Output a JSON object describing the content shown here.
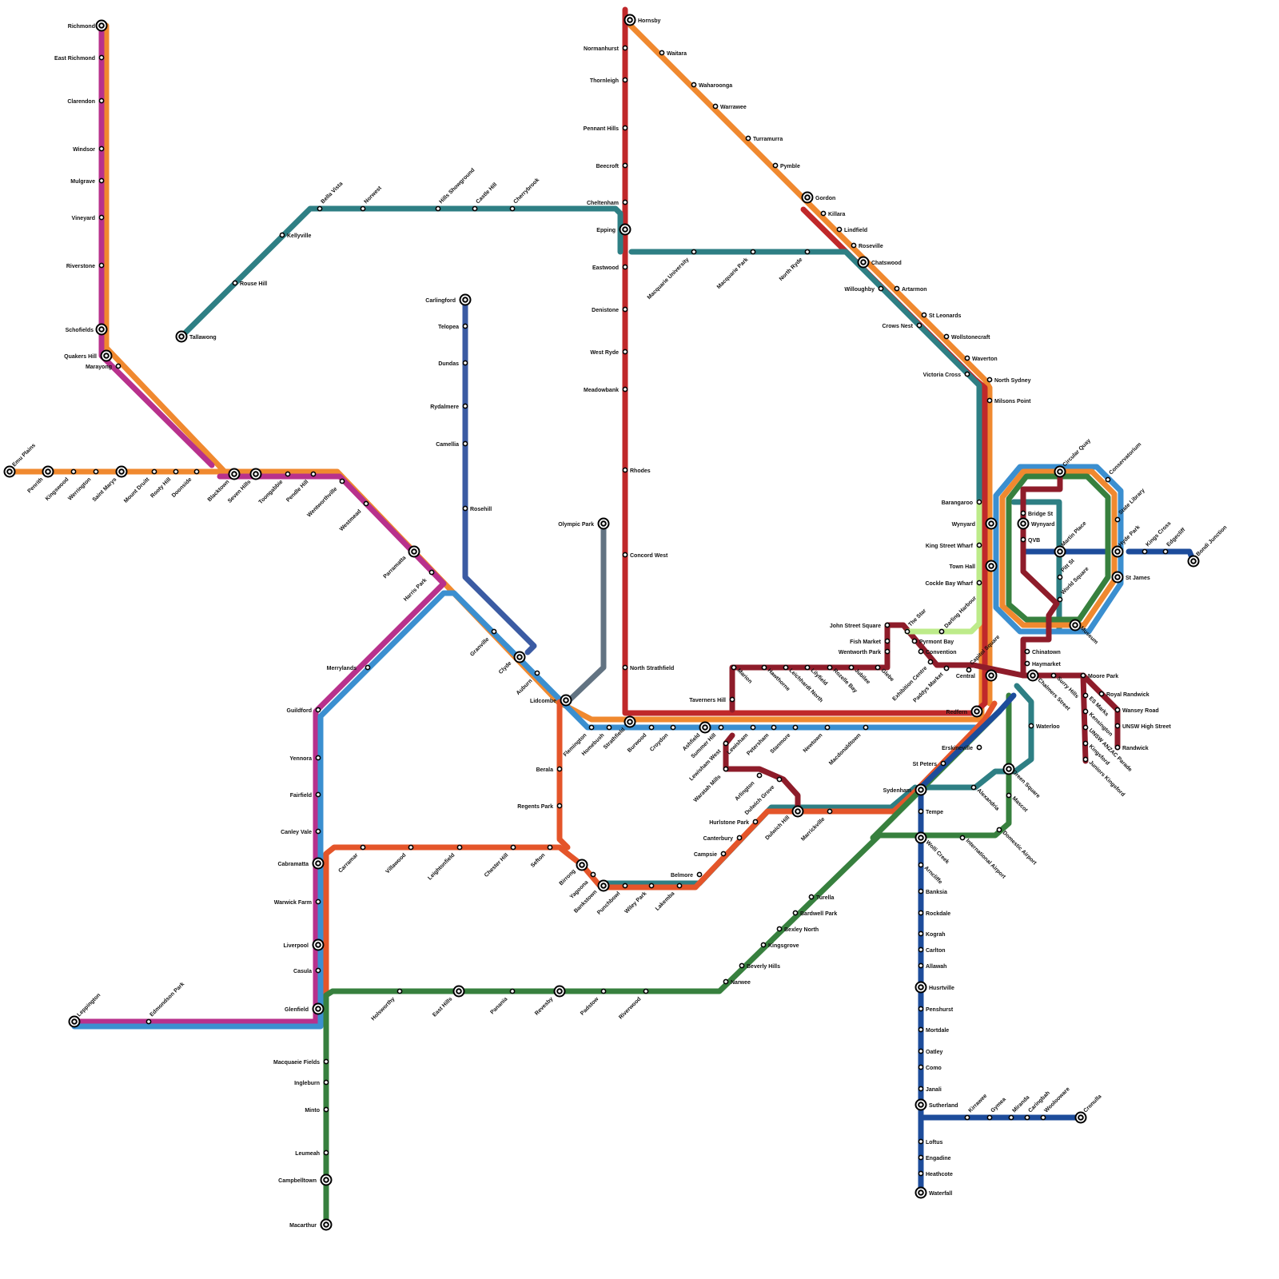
{
  "colors": {
    "orange": "#F0892F",
    "magenta": "#B8318C",
    "lightblue": "#3B8FD0",
    "red": "#C0282A",
    "teal": "#2E7F84",
    "navy": "#3B5BA3",
    "slate": "#627382",
    "orangered": "#E4552A",
    "green": "#37803E",
    "darkblue": "#1D4C9B",
    "maroon": "#8E1C2A",
    "lime": "#BDEB8A"
  },
  "stations": {
    "richmond": "Richmond",
    "east_richmond": "East Richmond",
    "clarendon": "Clarendon",
    "windsor": "Windsor",
    "mulgrave": "Mulgrave",
    "vineyard": "Vineyard",
    "riverstone": "Riverstone",
    "schofields": "Schofields",
    "quakers_hill": "Quakers Hill",
    "marayong": "Marayong",
    "emu_plains": "Emu Plains",
    "penrith": "Penrith",
    "kingswood": "Kingswood",
    "werrington": "Werrington",
    "saint_marys": "Saint Marys",
    "mount_druitt": "Mount Druitt",
    "rooty_hill": "Rooty Hill",
    "doonside": "Doonside",
    "blacktown": "Blacktown",
    "seven_hills": "Seven Hills",
    "toongabbie": "Toongabbie",
    "pendle_hill": "Pendle Hill",
    "wentworthville": "Wentworthville",
    "westmead": "Westmead",
    "parramatta": "Parramatta",
    "harris_park": "Harris Park",
    "granville": "Granville",
    "clyde": "Clyde",
    "auburn": "Auburn",
    "lidcombe": "Lidcombe",
    "flemington": "Flemington",
    "homebush": "Homebush",
    "strathfield": "Strathfield",
    "burwood": "Burwood",
    "croydon": "Croydon",
    "ashfield": "Ashfield",
    "summer_hill": "Summer Hill",
    "lewisham": "Lewisham",
    "petersham": "Petersham",
    "stanmore": "Stanmore",
    "newtown": "Newtown",
    "macdonaldtown": "Macdonaldtown",
    "redfern": "Redfern",
    "tallawong": "Tallawong",
    "rouse_hill": "Rouse Hill",
    "kellyville": "Kellyville",
    "bella_vista": "Bella Vista",
    "norwest": "Norwest",
    "hills_showground": "Hills Showground",
    "castle_hill": "Castle Hill",
    "cherrybrook": "Cherrybrook",
    "epping": "Epping",
    "macquarie_university": "Macquarie University",
    "macquarie_park": "Macquarie Park",
    "north_ryde": "North Ryde",
    "chatswood": "Chatswood",
    "hornsby": "Hornsby",
    "normanhurst": "Normanhurst",
    "thornleigh": "Thornleigh",
    "pennant_hills": "Pennant Hills",
    "beecroft": "Beecroft",
    "cheltenham": "Cheltenham",
    "eastwood": "Eastwood",
    "denistone": "Denistone",
    "west_ryde": "West Ryde",
    "meadowbank": "Meadowbank",
    "rhodes": "Rhodes",
    "concord_west": "Concord West",
    "north_strathfield": "North Strathfield",
    "waitara": "Waitara",
    "wahroonga": "Waharoonga",
    "warrawee": "Warrawee",
    "turramurra": "Turramurra",
    "pymble": "Pymble",
    "gordon": "Gordon",
    "killara": "Killara",
    "lindfield": "Lindfield",
    "roseville": "Roseville",
    "artarmon": "Artarmon",
    "willoughby": "Willoughby",
    "st_leonards": "St Leonards",
    "crows_nest": "Crows Nest",
    "wollstonecraft": "Wollstonecraft",
    "waverton": "Waverton",
    "victoria_cross": "Victoria Cross",
    "north_sydney": "North Sydney",
    "milsons_point": "Milsons Point",
    "carlingford": "Carlingford",
    "telopea": "Telopea",
    "dundas": "Dundas",
    "rydalmere": "Rydalmere",
    "camellia": "Camellia",
    "rosehill": "Rosehill",
    "olympic_park": "Olympic Park",
    "barangaroo": "Barangaroo",
    "wynyard": "Wynyard",
    "king_street_wharf": "King Street Wharf",
    "town_hall": "Town Hall",
    "cockle_bay_wharf": "Cockle Bay Wharf",
    "darling_harbour": "Darling Harbour",
    "central": "Central",
    "capitol_square": "Capitol Square",
    "circular_quay": "Circular Quay",
    "conservatorium": "Conservatorium",
    "state_library": "State Library",
    "bridge_st": "Bridge St",
    "wynyard2": "Wynyard",
    "qvb": "QVB",
    "martin_place": "Martin Place",
    "hyde_park": "Hyde Park",
    "kings_cross": "Kings Cross",
    "edgecliff": "Edgecliff",
    "bondi_junction": "Bondi Junction",
    "st_james": "St James",
    "pitt_st": "Pitt St",
    "world_square": "World Square",
    "museum": "Museum",
    "chinatown": "Chinatown",
    "haymarket": "Haymarket",
    "chalmers_street": "Chalmers Street",
    "surry_hills": "Surry Hills",
    "moore_park": "Moore Park",
    "royal_randwick": "Royal Randwick",
    "wansey_road": "Wansey Road",
    "unsw_high_street": "UNSW High Street",
    "randwick": "Randwick",
    "es_marks": "ES Marks",
    "kensington": "Kensington",
    "unsw_anzac_parade": "UNSW ANZAC Parade",
    "kingsford": "Kingsford",
    "juniors_kingsford": "Juniors Kingsford",
    "john_street_square": "John Street Square",
    "fish_market": "Fish Market",
    "wentworth_park": "Wentworth Park",
    "the_star": "The Star",
    "pyrmont_bay": "Pyrmont Bay",
    "convention": "Convention",
    "exhibition_centre": "Exhibition Centre",
    "paddys_market": "Paddys Market",
    "glebe": "Glebe",
    "jubilee": "Jubilee",
    "rozelle_bay": "Rozelle Bay",
    "lilyfield": "Lilyfield",
    "leichhardt_north": "Leichhardt North",
    "hawthorne": "Hawthorne",
    "marion": "Marion",
    "taverners_hill": "Taverners Hill",
    "lewisham_west": "Lewisham West",
    "waratah_mills": "Waratah Mills",
    "arlington": "Arlington",
    "dulwich_grove": "Dulwich Grove",
    "dulwich_hill": "Dulwich Hill",
    "marrickville": "Marrickville",
    "sydenham": "Sydenham",
    "hurlstone_park": "Hurlstone Park",
    "canterbury": "Canterbury",
    "campsie": "Campsie",
    "belmore": "Belmore",
    "lakemba": "Lakemba",
    "wiley_park": "Wiley Park",
    "punchbowl": "Punchbowl",
    "bankstown": "Bankstown",
    "yagoona": "Yagoona",
    "birrong": "Birrong",
    "sefton": "Sefton",
    "chester_hill": "Chester Hill",
    "leightonfield": "Leightonfield",
    "villawood": "Villawood",
    "carramar": "Carramar",
    "berala": "Berala",
    "regents_park": "Regents Park",
    "merrylands": "Merrylands",
    "guildford": "Guildford",
    "yennora": "Yennora",
    "fairfield": "Fairfield",
    "canley_vale": "Canley Vale",
    "cabramatta": "Cabramatta",
    "warwick_farm": "Warwick Farm",
    "liverpool": "Liverpool",
    "casula": "Casula",
    "glenfield": "Glenfield",
    "leppington": "Leppington",
    "edmondson_park": "Edmondson Park",
    "macquarie_fields": "Macquaeie Fields",
    "ingleburn": "Ingleburn",
    "minto": "Minto",
    "leumeah": "Leumeah",
    "campbelltown": "Campbelltown",
    "macarthur": "Macarthur",
    "holsworthy": "Holsworthy",
    "east_hills": "East Hills",
    "panania": "Panania",
    "revesby": "Revesby",
    "padstow": "Padstow",
    "riverwood": "Riverwood",
    "narwee": "Narwee",
    "beverly_hills": "Beverly Hills",
    "kingsgrove": "Kingsgrove",
    "bexley_north": "Bexley North",
    "bardwell_park": "Bardwell Park",
    "turella": "Turella",
    "erskineville": "Erskineville",
    "st_peters": "St Peters",
    "alexandria": "Alexandria",
    "green_square": "Green Square",
    "waterloo": "Waterloo",
    "mascot": "Mascot",
    "domestic_airport": "Domestic Airport",
    "international_airport": "International Airport",
    "tempe": "Tempe",
    "wolli_creek": "Wolli Creek",
    "arncliffe": "Arncliffe",
    "banksia": "Banksia",
    "rockdale": "Rockdale",
    "kograh": "Kograh",
    "carlton": "Carlton",
    "allawah": "Allawah",
    "hurstville": "Husrtville",
    "penshurst": "Penshurst",
    "mortdale": "Mortdale",
    "oatley": "Oatley",
    "como": "Como",
    "jannali": "Janali",
    "sutherland": "Sutherland",
    "loftus": "Loftus",
    "engadine": "Engadine",
    "heathcote": "Heathcote",
    "waterfall": "Waterfall",
    "kirrawee": "Kirrawee",
    "gymea": "Gymea",
    "miranda": "Miranda",
    "caringbah": "Caringbah",
    "woolooware": "Woolooware",
    "cronulla": "Cronulla"
  }
}
